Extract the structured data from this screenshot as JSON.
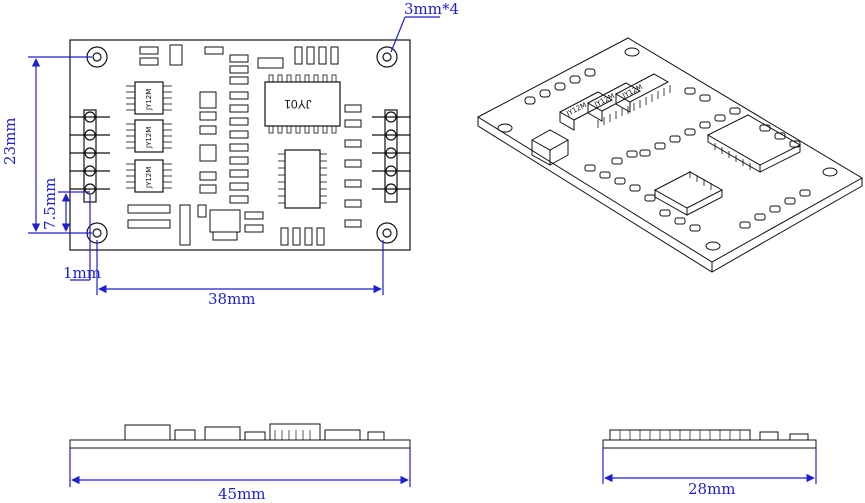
{
  "dimensions": {
    "mounting_holes": "3mm*4",
    "board_height": "23mm",
    "row_offset": "7.5mm",
    "edge_offset": "1mm",
    "hole_spacing": "38mm",
    "board_length": "45mm",
    "board_width": "28mm"
  },
  "chip_labels": {
    "ic_top": "JY01",
    "relay_1": "JY12M",
    "relay_2": "JY12M",
    "relay_3": "JY12M",
    "iso_relay_1": "JY12M",
    "iso_relay_2": "JY12M",
    "iso_relay_3": "JY12M"
  },
  "colors": {
    "dimension_line": "#1f1fd0",
    "outline": "#111111"
  }
}
